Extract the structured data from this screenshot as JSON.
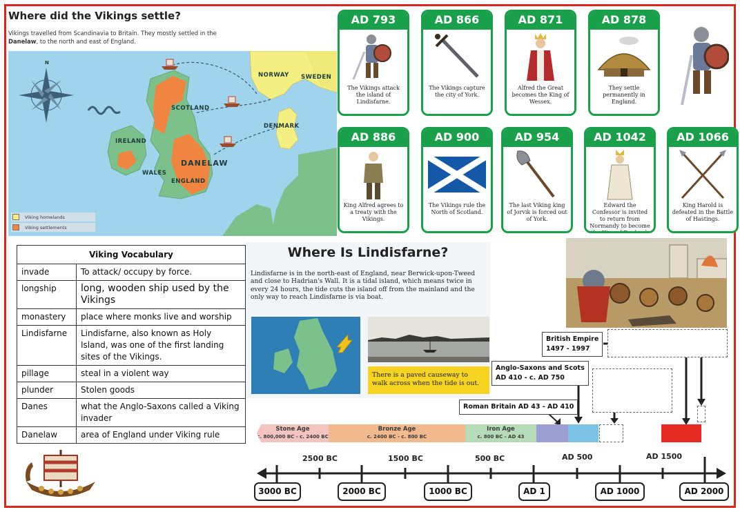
{
  "map_panel": {
    "title": "Where did the Vikings settle?",
    "intro_before": "Vikings travelled from Scandinavia to Britain. They mostly settled in the ",
    "intro_bold": "Danelaw",
    "intro_after": ", to the north and east of England.",
    "compass_letter": "N",
    "labels": {
      "norway": "NORWAY",
      "sweden": "SWEDEN",
      "scotland": "SCOTLAND",
      "denmark": "DENMARK",
      "ireland": "IRELAND",
      "danelaw": "DANELAW",
      "wales": "WALES",
      "england": "ENGLAND"
    },
    "legend": [
      {
        "label": "Viking homelands",
        "color": "#f4ef83"
      },
      {
        "label": "Viking settlements",
        "color": "#f08542"
      }
    ],
    "colors": {
      "sea": "#9fd4ec",
      "land": "#7cc08c",
      "homeland": "#f4ef83",
      "settlement": "#f08542"
    }
  },
  "event_cards": [
    {
      "year": "AD 793",
      "text": "The Vikings attack the island of Lindisfarne.",
      "icon": "viking-warrior-icon"
    },
    {
      "year": "AD 866",
      "text": "The Vikings capture the city of York.",
      "icon": "sword-icon"
    },
    {
      "year": "AD 871",
      "text": "Alfred the Great becomes the King of Wessex.",
      "icon": "king-icon"
    },
    {
      "year": "AD 878",
      "text": "They settle permanently in England.",
      "icon": "hut-icon"
    },
    {
      "year": "AD 886",
      "text": "King Alfred agrees to a treaty with the Vikings.",
      "icon": "king-alfred-icon"
    },
    {
      "year": "AD 900",
      "text": "The Vikings rule the North of Scotland.",
      "icon": "scotland-flag-icon"
    },
    {
      "year": "AD 954",
      "text": "The last Viking king of Jorvik is forced out of York.",
      "icon": "axe-icon"
    },
    {
      "year": "AD 1042",
      "text": "Edward the Confessor is invited to return from Normandy to become the King of England.",
      "icon": "edward-icon"
    },
    {
      "year": "AD 1066",
      "text": "King Harold is defeated in the Battle of Hastings.",
      "icon": "crossed-spears-icon"
    }
  ],
  "vocabulary": {
    "title": "Viking Vocabulary",
    "rows": [
      {
        "term": "invade",
        "definition": "To attack/ occupy by force."
      },
      {
        "term": "longship",
        "definition": "long, wooden ship used by the Vikings"
      },
      {
        "term": "monastery",
        "definition": "place where monks live and worship"
      },
      {
        "term": "Lindisfarne",
        "definition": "Lindisfarne, also known as Holy Island, was one of the first landing sites of the Vikings."
      },
      {
        "term": "pillage",
        "definition": "steal in a violent way"
      },
      {
        "term": "plunder",
        "definition": "Stolen goods"
      },
      {
        "term": "Danes",
        "definition": "what the Anglo-Saxons called a Viking invader"
      },
      {
        "term": "Danelaw",
        "definition": "area of England under Viking rule"
      }
    ]
  },
  "lindisfarne": {
    "title": "Where Is Lindisfarne?",
    "text": "Lindisfarne is in the north-east of England, near Berwick-upon-Tweed and close to Hadrian's Wall. It is a tidal island, which means twice in every 24 hours, the tide cuts the island off from the mainland and the only way to reach Lindisfarne is via boat.",
    "note": "There is a paved causeway to walk across when the tide is out."
  },
  "timeline": {
    "eras": [
      {
        "name": "British Empire",
        "dates": "1497 - 1997"
      },
      {
        "name": "Anglo-Saxons and Scots",
        "dates": "AD 410 - c. AD 750"
      },
      {
        "name": "Roman Britain AD 43 - AD 410",
        "dates": ""
      }
    ],
    "bands": [
      {
        "name": "Stone Age",
        "dates": "c. 800,000 BC - c. 2400 BC",
        "color": "#f3c4c0"
      },
      {
        "name": "Bronze Age",
        "dates": "c. 2400 BC - c. 800 BC",
        "color": "#f3b98e"
      },
      {
        "name": "Iron Age",
        "dates": "c. 800 BC - AD 43",
        "color": "#b6dbb9"
      }
    ],
    "upper_labels": [
      "2500 BC",
      "1500 BC",
      "500 BC",
      "AD 500",
      "AD 1500"
    ],
    "lower_labels": [
      "3000 BC",
      "2000 BC",
      "1000 BC",
      "AD 1",
      "AD 1000",
      "AD 2000"
    ]
  }
}
